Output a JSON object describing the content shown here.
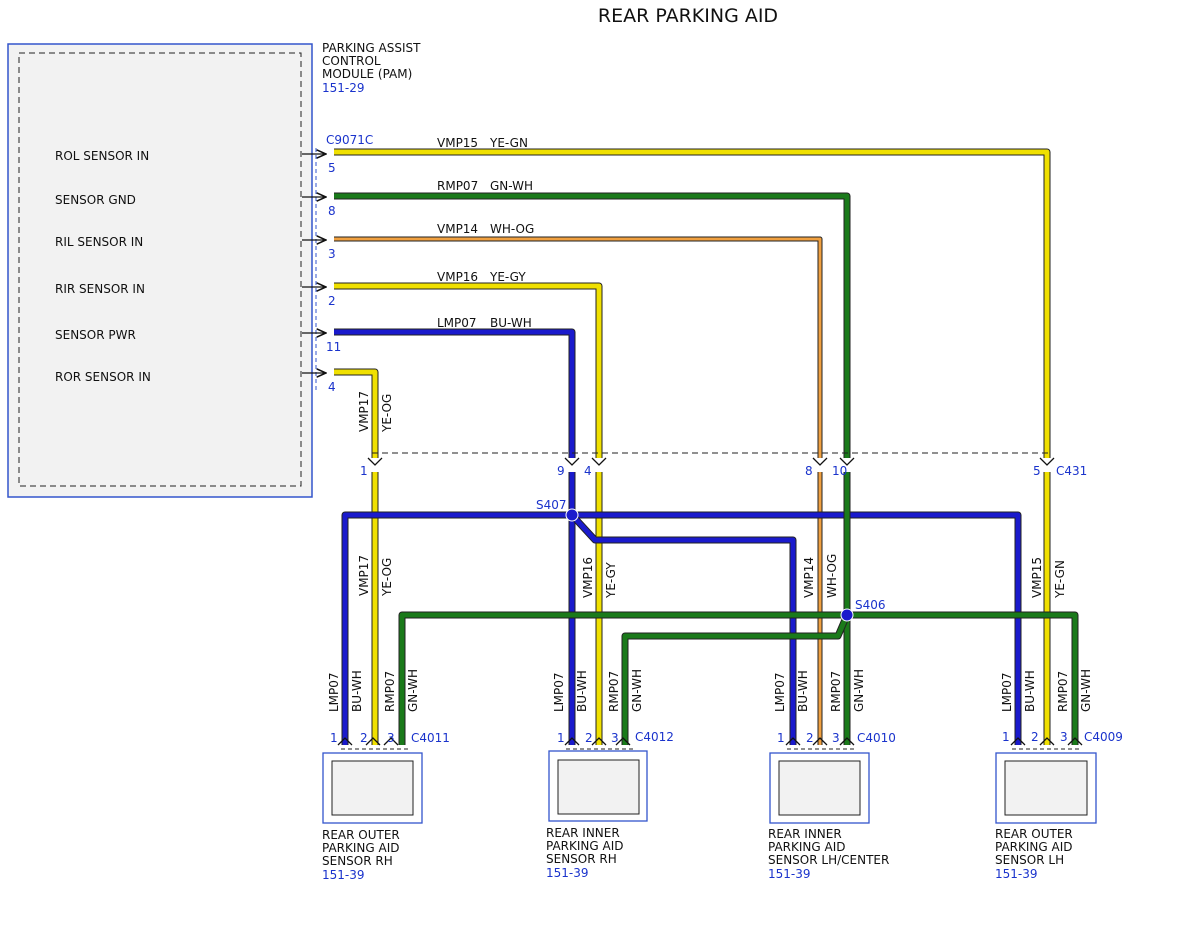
{
  "title": "REAR PARKING AID",
  "module": {
    "lines": [
      "PARKING ASSIST",
      "CONTROL",
      "MODULE (PAM)"
    ],
    "ref": "151-29",
    "connector": "C9071C",
    "pins": [
      {
        "label": "ROL SENSOR IN",
        "pin": "5"
      },
      {
        "label": "SENSOR GND",
        "pin": "8"
      },
      {
        "label": "RIL SENSOR IN",
        "pin": "3"
      },
      {
        "label": "RIR SENSOR IN",
        "pin": "2"
      },
      {
        "label": "SENSOR PWR",
        "pin": "11"
      },
      {
        "label": "ROR SENSOR IN",
        "pin": "4"
      }
    ]
  },
  "circuits": [
    {
      "circuit": "VMP15",
      "color": "YE-GN"
    },
    {
      "circuit": "RMP07",
      "color": "GN-WH"
    },
    {
      "circuit": "VMP14",
      "color": "WH-OG"
    },
    {
      "circuit": "VMP16",
      "color": "YE-GY"
    },
    {
      "circuit": "LMP07",
      "color": "BU-WH"
    },
    {
      "circuit": "VMP17",
      "color": "YE-OG"
    }
  ],
  "inline_connector": {
    "name": "C431",
    "pins": [
      "1",
      "9",
      "4",
      "8",
      "10",
      "5"
    ]
  },
  "splices": [
    "S407",
    "S406"
  ],
  "sensors": [
    {
      "connector": "C4011",
      "lines": [
        "REAR OUTER",
        "PARKING AID",
        "SENSOR RH"
      ],
      "ref": "151-39"
    },
    {
      "connector": "C4012",
      "lines": [
        "REAR INNER",
        "PARKING AID",
        "SENSOR RH"
      ],
      "ref": "151-39"
    },
    {
      "connector": "C4010",
      "lines": [
        "REAR INNER",
        "PARKING AID",
        "SENSOR LH/CENTER"
      ],
      "ref": "151-39"
    },
    {
      "connector": "C4009",
      "lines": [
        "REAR OUTER",
        "PARKING AID",
        "SENSOR LH"
      ],
      "ref": "151-39"
    }
  ],
  "sensor_pins": [
    "1",
    "2",
    "3"
  ],
  "colors": {
    "yellow": "#f0e000",
    "green": "#1a7a1a",
    "blue": "#1a1acc",
    "orange": "#f0a040",
    "label_blue": "#1a33cc"
  }
}
